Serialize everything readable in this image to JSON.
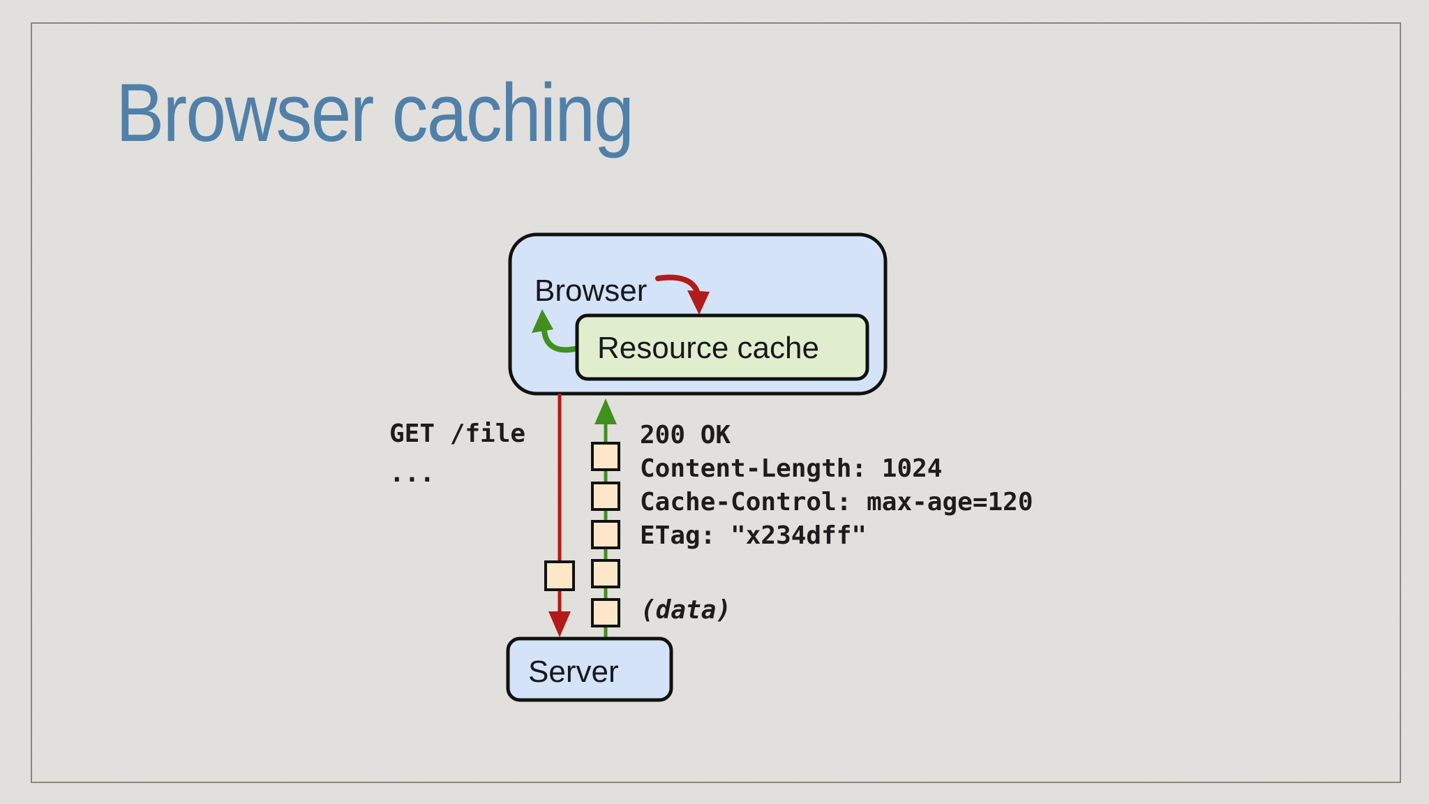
{
  "slide": {
    "title": "Browser caching",
    "colors": {
      "background": "#e3e1dd",
      "frame_border": "#85847f",
      "title_text": "#4d7fa9",
      "browser_box_fill": "#d4e3f7",
      "cache_box_fill": "#e0eecd",
      "server_box_fill": "#d4e3f7",
      "box_outline": "#111111",
      "request_arrow": "#b11b18",
      "response_arrow": "#41901f",
      "packet_fill": "#fce8c9",
      "label_text": "#1c1c1c"
    },
    "diagram": {
      "browser_label": "Browser",
      "cache_label": "Resource cache",
      "server_label": "Server",
      "request_lines": [
        "GET /file",
        "..."
      ],
      "response_headers": [
        "200 OK",
        "Content-Length: 1024",
        "Cache-Control: max-age=120",
        "ETag: \"x234dff\""
      ],
      "data_label": "(data)"
    }
  }
}
